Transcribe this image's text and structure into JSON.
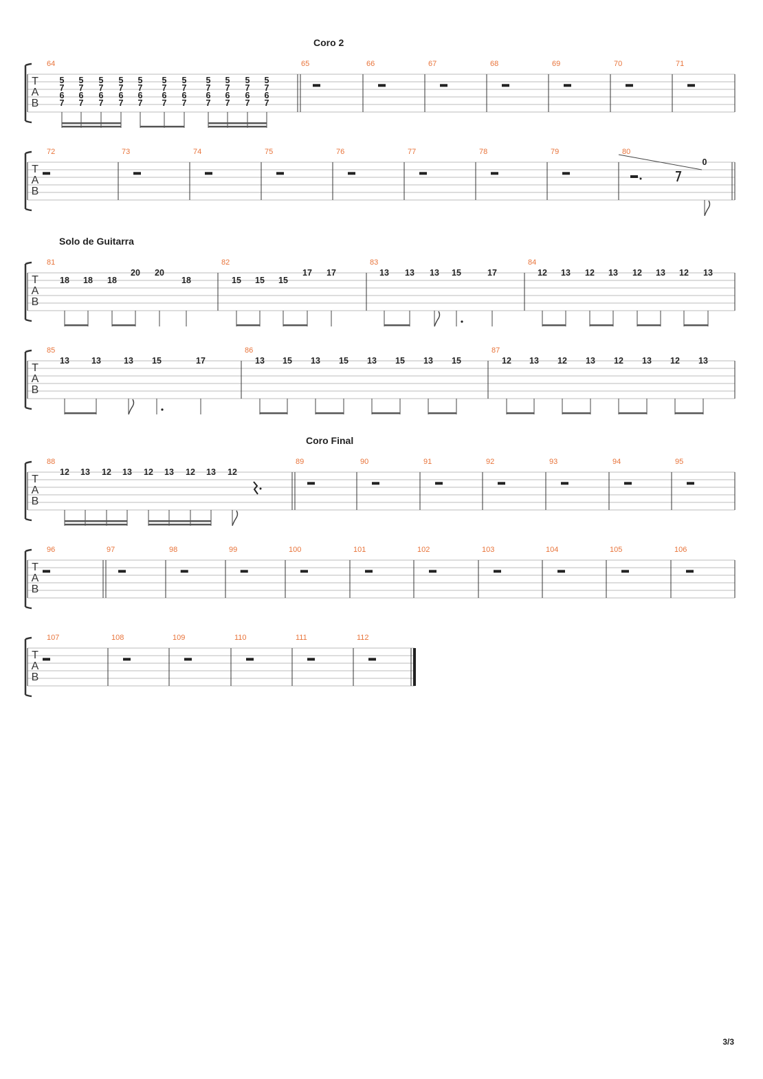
{
  "page_number": "3/3",
  "tab_clef": [
    "T",
    "A",
    "B"
  ],
  "sections": [
    {
      "system": 0,
      "text": "Coro 2"
    },
    {
      "system": 2,
      "text": "Solo de Guitarra"
    },
    {
      "system": 4,
      "text": "Coro Final"
    }
  ],
  "colors": {
    "measure_number": "#e8743b",
    "staff_line": "#bbbbbb",
    "text": "#222222"
  },
  "systems": [
    {
      "measures": [
        {
          "number": "64",
          "notes": [
            {
              "frets": [
                "5",
                "7",
                "6",
                "7"
              ]
            },
            {
              "frets": [
                "5",
                "7",
                "6",
                "7"
              ]
            },
            {
              "frets": [
                "5",
                "7",
                "6",
                "7"
              ]
            },
            {
              "frets": [
                "5",
                "7",
                "6",
                "7"
              ]
            },
            {
              "frets": [
                "5",
                "7",
                "6",
                "7"
              ]
            },
            {
              "frets": [
                "5",
                "7",
                "6",
                "7"
              ]
            },
            {
              "frets": [
                "5",
                "7",
                "6",
                "7"
              ]
            },
            {
              "frets": [
                "5",
                "7",
                "6",
                "7"
              ]
            },
            {
              "frets": [
                "5",
                "7",
                "6",
                "7"
              ]
            },
            {
              "frets": [
                "5",
                "7",
                "6",
                "7"
              ]
            },
            {
              "frets": [
                "5",
                "7",
                "6",
                "7"
              ]
            }
          ]
        },
        {
          "number": "65",
          "rest": true
        },
        {
          "number": "66",
          "rest": true
        },
        {
          "number": "67",
          "rest": true
        },
        {
          "number": "68",
          "rest": true
        },
        {
          "number": "69",
          "rest": true
        },
        {
          "number": "70",
          "rest": true
        },
        {
          "number": "71",
          "rest": true
        }
      ]
    },
    {
      "measures": [
        {
          "number": "72",
          "rest": true
        },
        {
          "number": "73",
          "rest": true
        },
        {
          "number": "74",
          "rest": true
        },
        {
          "number": "75",
          "rest": true
        },
        {
          "number": "76",
          "rest": true
        },
        {
          "number": "77",
          "rest": true
        },
        {
          "number": "78",
          "rest": true
        },
        {
          "number": "79",
          "rest": true
        },
        {
          "number": "80",
          "notes": [
            {
              "fret": "0",
              "string": 1
            }
          ]
        }
      ]
    },
    {
      "measures": [
        {
          "number": "81",
          "notes": [
            {
              "fret": "18",
              "string": 2
            },
            {
              "fret": "18",
              "string": 2
            },
            {
              "fret": "18",
              "string": 2
            },
            {
              "fret": "20",
              "string": 1
            },
            {
              "fret": "20",
              "string": 1
            },
            {
              "fret": "18",
              "string": 2
            }
          ]
        },
        {
          "number": "82",
          "notes": [
            {
              "fret": "15",
              "string": 2
            },
            {
              "fret": "15",
              "string": 2
            },
            {
              "fret": "15",
              "string": 2
            },
            {
              "fret": "17",
              "string": 1
            },
            {
              "fret": "17",
              "string": 1
            }
          ]
        },
        {
          "number": "83",
          "notes": [
            {
              "fret": "13",
              "string": 1
            },
            {
              "fret": "13",
              "string": 1
            },
            {
              "fret": "13",
              "string": 1
            },
            {
              "fret": "15",
              "string": 1
            },
            {
              "fret": "17",
              "string": 1
            }
          ]
        },
        {
          "number": "84",
          "notes": [
            {
              "fret": "12",
              "string": 1
            },
            {
              "fret": "13",
              "string": 1
            },
            {
              "fret": "12",
              "string": 1
            },
            {
              "fret": "13",
              "string": 1
            },
            {
              "fret": "12",
              "string": 1
            },
            {
              "fret": "13",
              "string": 1
            },
            {
              "fret": "12",
              "string": 1
            },
            {
              "fret": "13",
              "string": 1
            }
          ]
        }
      ]
    },
    {
      "measures": [
        {
          "number": "85",
          "notes": [
            {
              "fret": "13",
              "string": 1
            },
            {
              "fret": "13",
              "string": 1
            },
            {
              "fret": "13",
              "string": 1
            },
            {
              "fret": "15",
              "string": 1
            },
            {
              "fret": "17",
              "string": 1
            }
          ]
        },
        {
          "number": "86",
          "notes": [
            {
              "fret": "13",
              "string": 1
            },
            {
              "fret": "15",
              "string": 1
            },
            {
              "fret": "13",
              "string": 1
            },
            {
              "fret": "15",
              "string": 1
            },
            {
              "fret": "13",
              "string": 1
            },
            {
              "fret": "15",
              "string": 1
            },
            {
              "fret": "13",
              "string": 1
            },
            {
              "fret": "15",
              "string": 1
            }
          ]
        },
        {
          "number": "87",
          "notes": [
            {
              "fret": "12",
              "string": 1
            },
            {
              "fret": "13",
              "string": 1
            },
            {
              "fret": "12",
              "string": 1
            },
            {
              "fret": "13",
              "string": 1
            },
            {
              "fret": "12",
              "string": 1
            },
            {
              "fret": "13",
              "string": 1
            },
            {
              "fret": "12",
              "string": 1
            },
            {
              "fret": "13",
              "string": 1
            }
          ]
        }
      ]
    },
    {
      "measures": [
        {
          "number": "88",
          "notes": [
            {
              "fret": "12",
              "string": 1
            },
            {
              "fret": "13",
              "string": 1
            },
            {
              "fret": "12",
              "string": 1
            },
            {
              "fret": "13",
              "string": 1
            },
            {
              "fret": "12",
              "string": 1
            },
            {
              "fret": "13",
              "string": 1
            },
            {
              "fret": "12",
              "string": 1
            },
            {
              "fret": "13",
              "string": 1
            },
            {
              "fret": "12",
              "string": 1
            }
          ]
        },
        {
          "number": "89",
          "rest": true
        },
        {
          "number": "90",
          "rest": true
        },
        {
          "number": "91",
          "rest": true
        },
        {
          "number": "92",
          "rest": true
        },
        {
          "number": "93",
          "rest": true
        },
        {
          "number": "94",
          "rest": true
        },
        {
          "number": "95",
          "rest": true
        }
      ]
    },
    {
      "measures": [
        {
          "number": "96",
          "rest": true
        },
        {
          "number": "97",
          "rest": true
        },
        {
          "number": "98",
          "rest": true
        },
        {
          "number": "99",
          "rest": true
        },
        {
          "number": "100",
          "rest": true
        },
        {
          "number": "101",
          "rest": true
        },
        {
          "number": "102",
          "rest": true
        },
        {
          "number": "103",
          "rest": true
        },
        {
          "number": "104",
          "rest": true
        },
        {
          "number": "105",
          "rest": true
        },
        {
          "number": "106",
          "rest": true
        }
      ]
    },
    {
      "measures": [
        {
          "number": "107",
          "rest": true
        },
        {
          "number": "108",
          "rest": true
        },
        {
          "number": "109",
          "rest": true
        },
        {
          "number": "110",
          "rest": true
        },
        {
          "number": "111",
          "rest": true
        },
        {
          "number": "112",
          "rest": true
        }
      ]
    }
  ]
}
